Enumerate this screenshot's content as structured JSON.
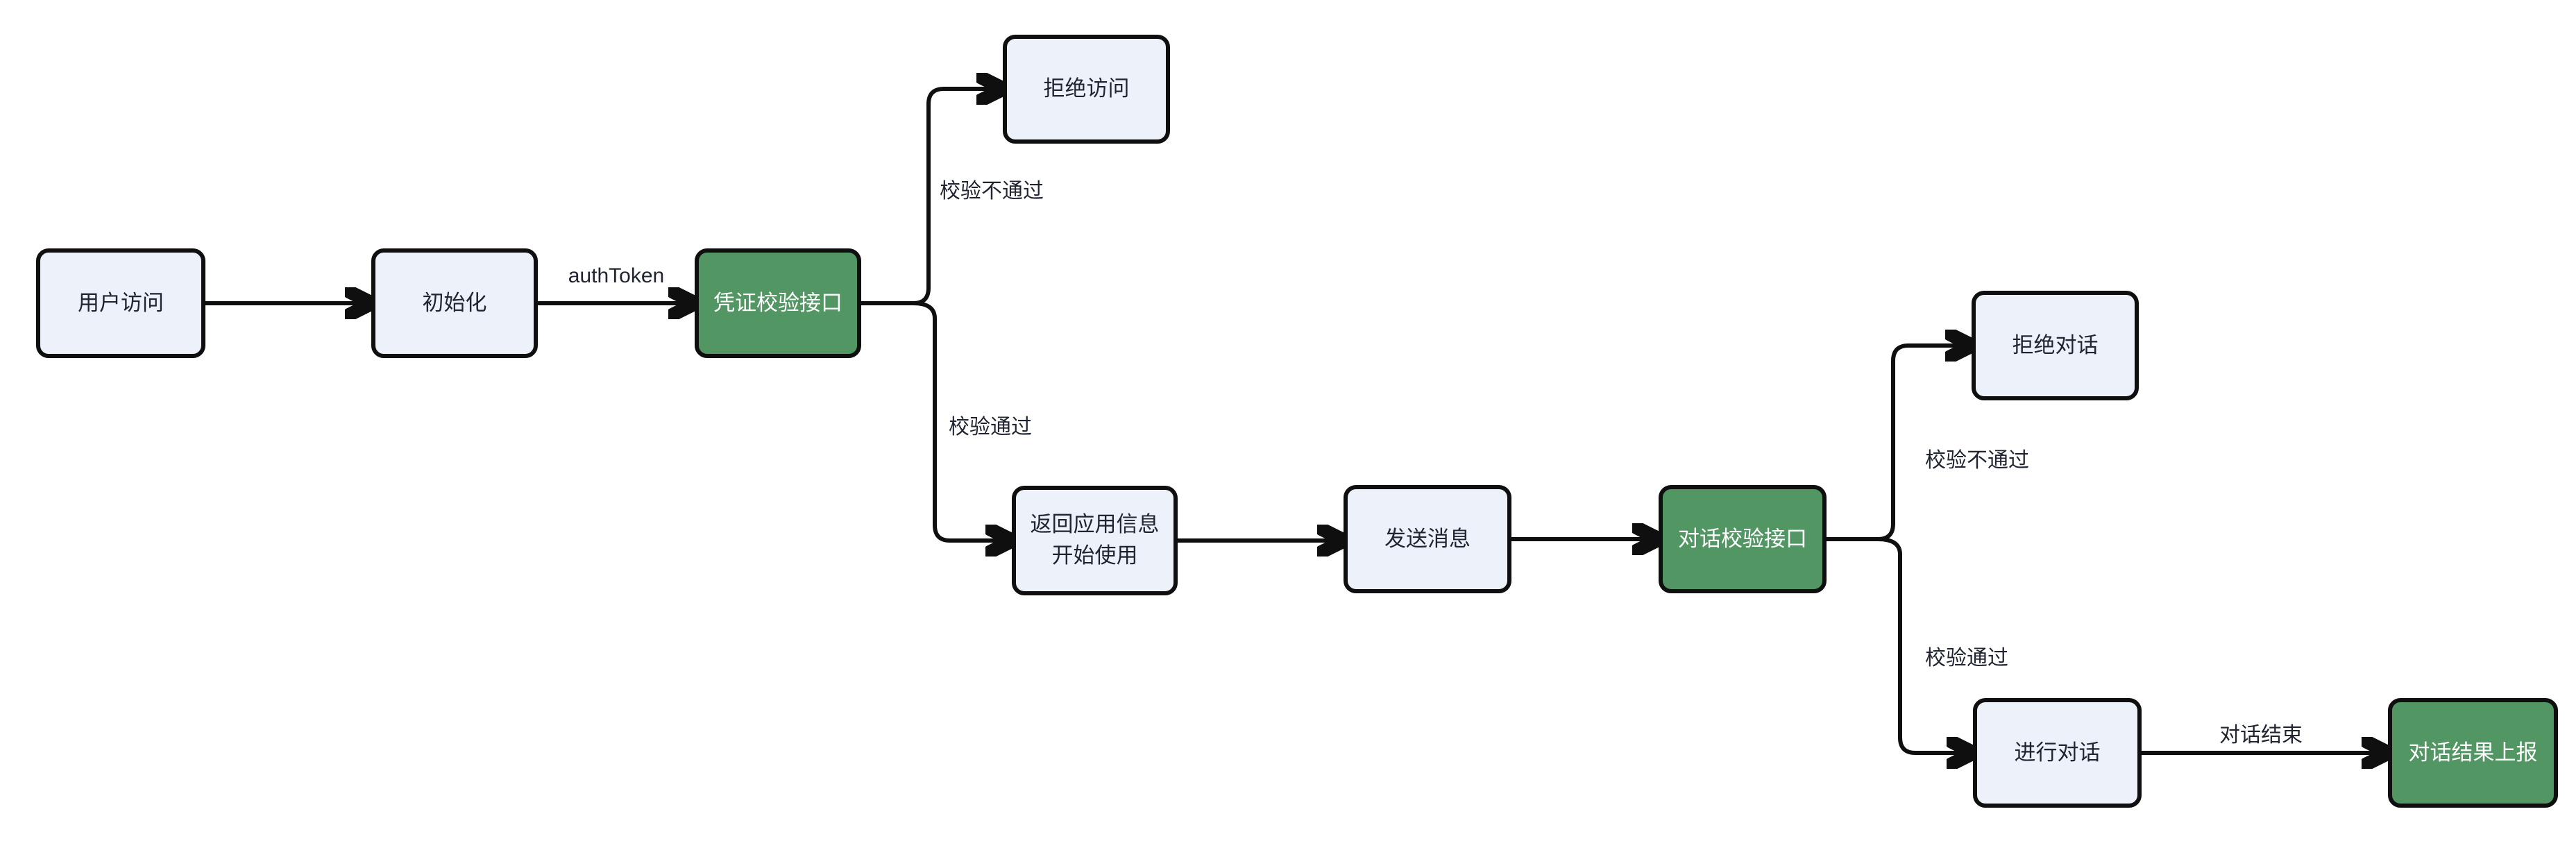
{
  "diagram": {
    "colors": {
      "bg": "#ffffff",
      "line": "#0f0f0f",
      "node_fill": "#edf1f9",
      "accent_fill": "#529663",
      "text_dark": "#1f2430",
      "text_light": "#ffffff"
    },
    "nodes": [
      {
        "id": "user-access",
        "label": "用户访问",
        "kind": "default"
      },
      {
        "id": "init",
        "label": "初始化",
        "kind": "default"
      },
      {
        "id": "credential-check-api",
        "label": "凭证校验接口",
        "kind": "accent"
      },
      {
        "id": "deny-access",
        "label": "拒绝访问",
        "kind": "default"
      },
      {
        "id": "return-app-info",
        "label": "返回应用信息\n开始使用",
        "kind": "default"
      },
      {
        "id": "send-message",
        "label": "发送消息",
        "kind": "default"
      },
      {
        "id": "dialog-check-api",
        "label": "对话校验接口",
        "kind": "accent"
      },
      {
        "id": "deny-dialog",
        "label": "拒绝对话",
        "kind": "default"
      },
      {
        "id": "conduct-dialog",
        "label": "进行对话",
        "kind": "default"
      },
      {
        "id": "report-dialog-result",
        "label": "对话结果上报",
        "kind": "accent"
      }
    ],
    "edge_labels": [
      {
        "id": "auth-token",
        "text": "authToken"
      },
      {
        "id": "check-fail-1",
        "text": "校验不通过"
      },
      {
        "id": "check-pass-1",
        "text": "校验通过"
      },
      {
        "id": "check-fail-2",
        "text": "校验不通过"
      },
      {
        "id": "check-pass-2",
        "text": "校验通过"
      },
      {
        "id": "dialog-end",
        "text": "对话结束"
      }
    ]
  }
}
